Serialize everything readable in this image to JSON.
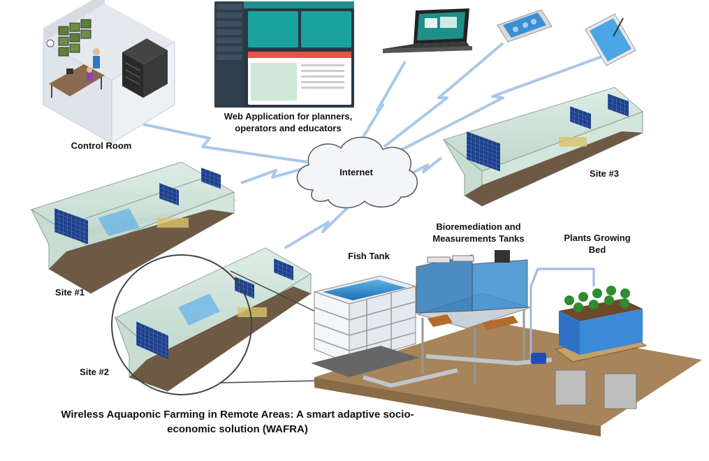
{
  "labels": {
    "web_app": "Web Application for planners, operators and educators",
    "web_app_line1": "Web Application for planners,",
    "web_app_line2": "operators and educators",
    "control_room": "Control Room",
    "internet": "Internet",
    "site1": "Site #1",
    "site2": "Site #2",
    "site3": "Site #3",
    "fish_tank": "Fish Tank",
    "bioremediation": "Bioremediation and Measurements Tanks",
    "bioremediation_line1": "Bioremediation and",
    "bioremediation_line2": "Measurements Tanks",
    "plants": "Plants Growing Bed",
    "plants_line1": "Plants Growing",
    "plants_line2": "Bed",
    "title_line1": "Wireless Aquaponic Farming in Remote Areas: A smart adaptive socio-",
    "title_line2": "economic solution (WAFRA)"
  },
  "colors": {
    "wireless": "#a9c8e8",
    "greenhouse_frame": "#8a9a94",
    "greenhouse_glass": "#cfe3d9",
    "soil": "#6e5a44",
    "solar_panel": "#1d3f8a",
    "water": "#3b8fd0",
    "dashboard_accent": "#1aa39e"
  },
  "icons": [
    "cloud-icon",
    "laptop-icon",
    "smartphone-icon",
    "tablet-icon",
    "control-room-icon",
    "greenhouse-icon",
    "solar-panel-icon",
    "fish-tank-icon",
    "plant-bed-icon"
  ]
}
